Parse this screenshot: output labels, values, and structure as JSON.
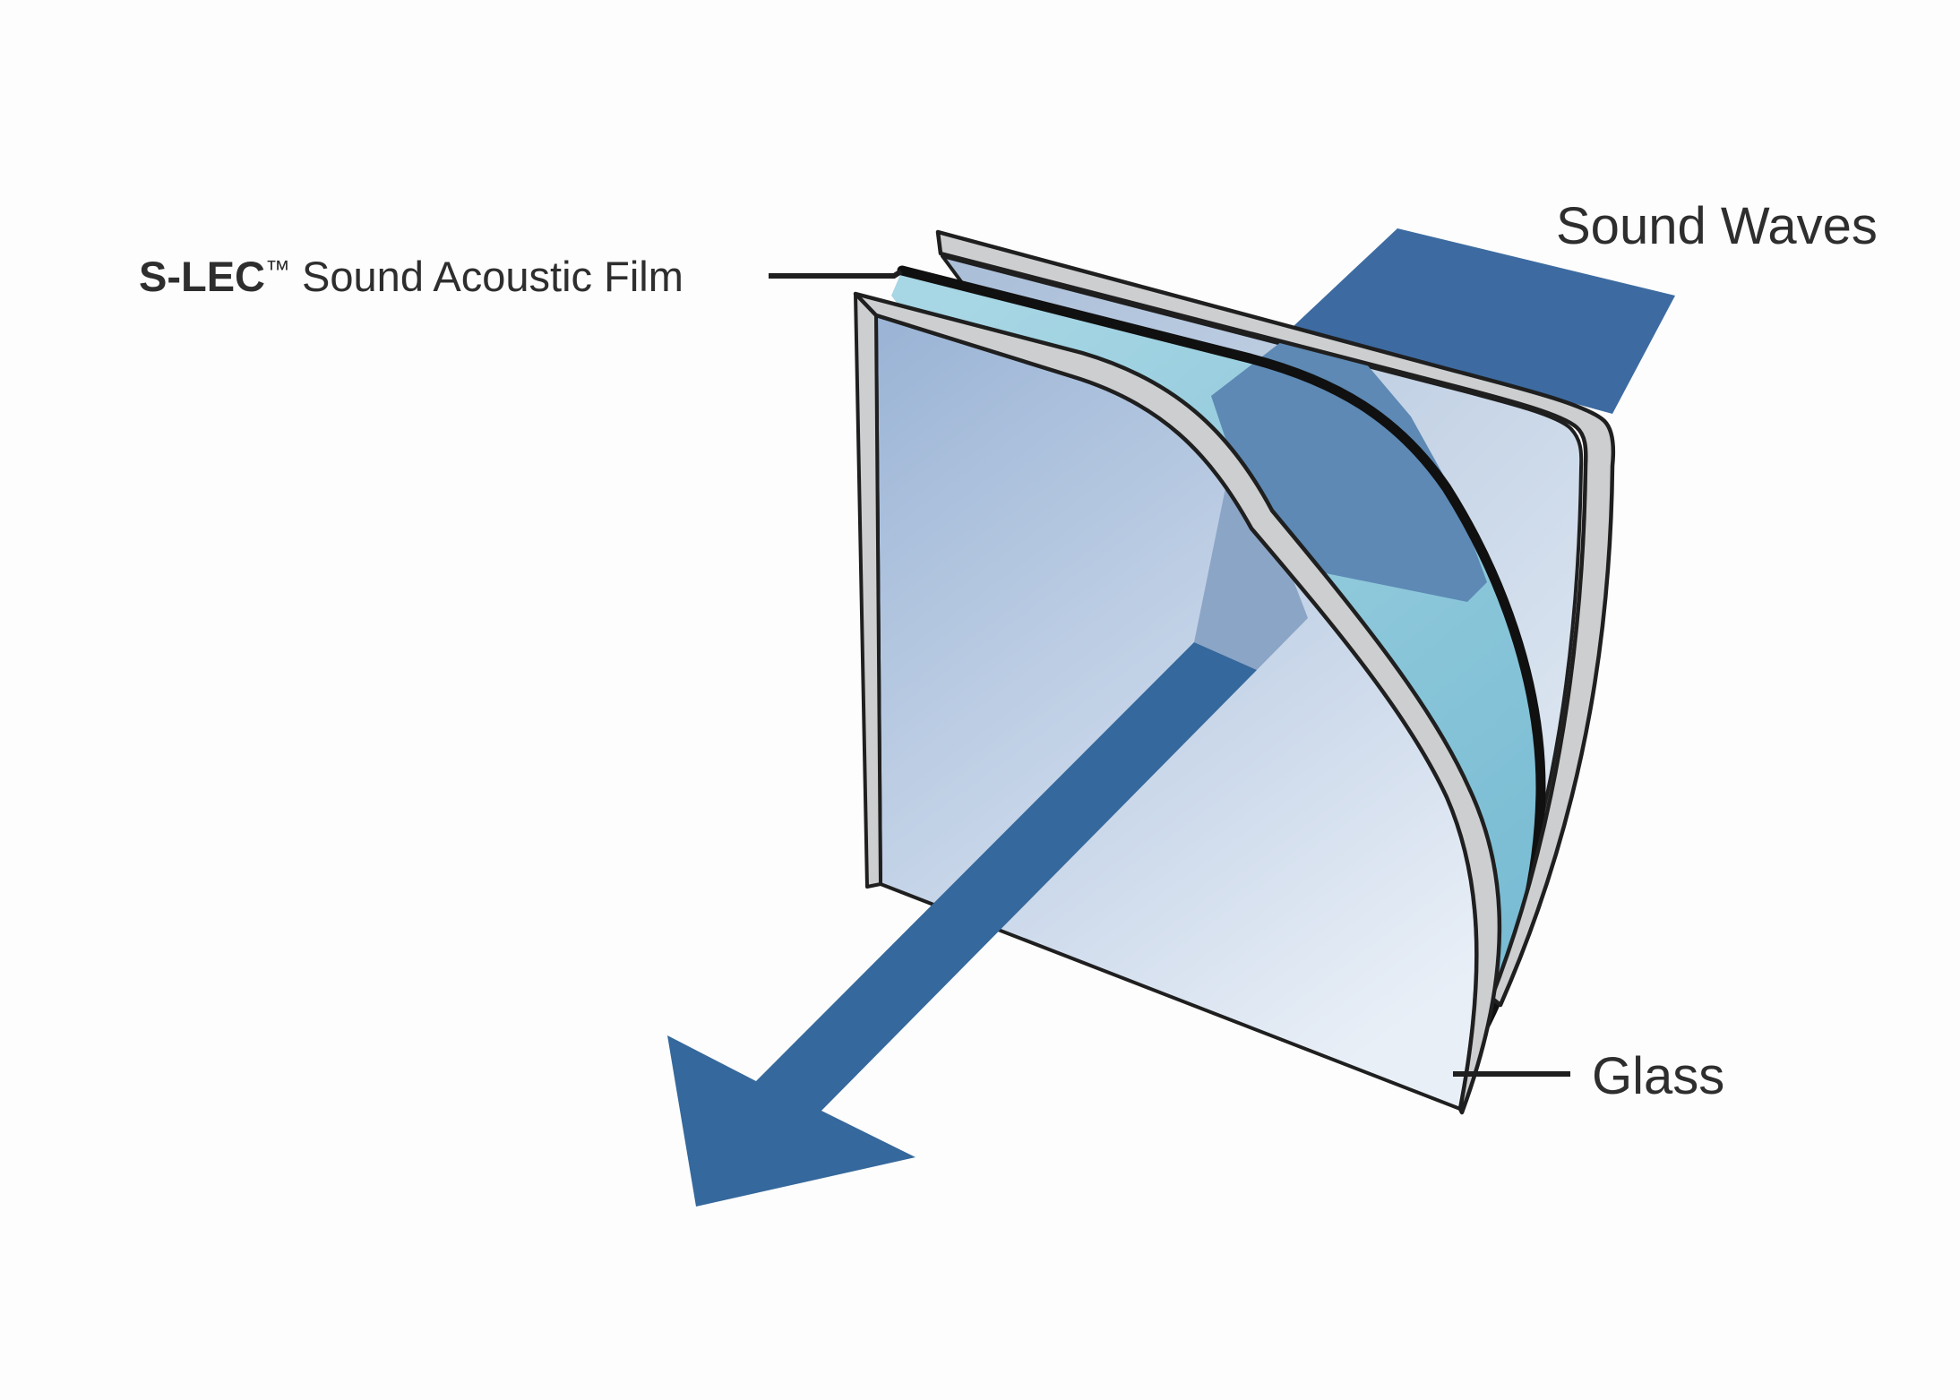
{
  "diagram": {
    "film_label": {
      "brand": "S-LEC",
      "trademark": "™",
      "text": " Sound Acoustic Film"
    },
    "sound_waves_label": "Sound Waves",
    "glass_label": "Glass"
  },
  "colors": {
    "background": "#fdfdfd",
    "label_text": "#2e2e2e",
    "outline": "#1f1f1f",
    "glass_edge_gray": "#cdced0",
    "film_edge_black": "#101010",
    "film_teal_light": "#a7d6e4",
    "film_teal_dark": "#79bcd3",
    "front_face_dark": "#9cb5d6",
    "front_face_light": "#e9eff7",
    "back_face_dark": "#abbfd9",
    "back_face_light": "#e0e9f3",
    "wave_incoming": "#3d6ba1",
    "wave_inside_glass": "#5d89b4",
    "wave_refracted": "#8ba5c6",
    "wave_exit_arrow": "#35689c"
  }
}
